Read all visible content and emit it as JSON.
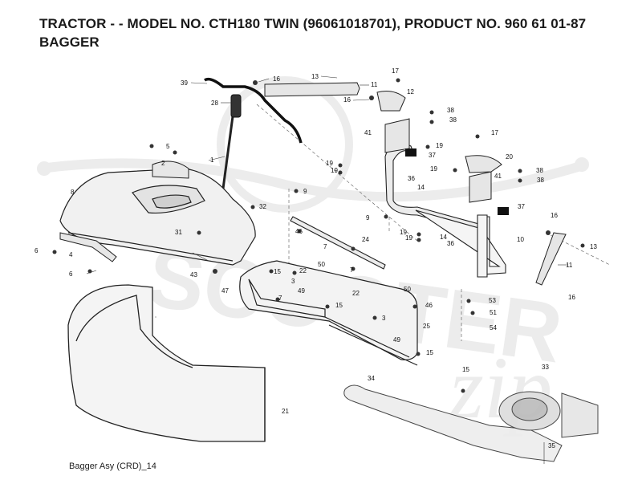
{
  "header": {
    "title": "TRACTOR - - MODEL NO. CTH180 TWIN (96061018701), PRODUCT NO. 960 61 01-87",
    "subtitle": "BAGGER"
  },
  "caption": "Bagger Asy (CRD)_14",
  "watermark": {
    "text_main": "SCOOTER",
    "text_script": "zip",
    "color": "#dddddd"
  },
  "colors": {
    "line": "#222222",
    "part_fill": "#e9e9e9",
    "dark_part": "#111111"
  },
  "callouts": [
    "39",
    "16",
    "13",
    "11",
    "17",
    "28",
    "16",
    "12",
    "38",
    "38",
    "1",
    "5",
    "41",
    "17",
    "2",
    "37",
    "19",
    "20",
    "19",
    "19",
    "8",
    "9",
    "36",
    "14",
    "38",
    "41",
    "38",
    "32",
    "19",
    "9",
    "37",
    "16",
    "31",
    "19",
    "46",
    "14",
    "24",
    "19",
    "36",
    "10",
    "6",
    "7",
    "13",
    "4",
    "50",
    "6",
    "43",
    "22",
    "7",
    "11",
    "15",
    "3",
    "50",
    "16",
    "49",
    "47",
    "7",
    "22",
    "53",
    "15",
    "46",
    "51",
    "3",
    "25",
    "54",
    "49",
    "21",
    "15",
    "15",
    "33",
    "34",
    "35"
  ]
}
